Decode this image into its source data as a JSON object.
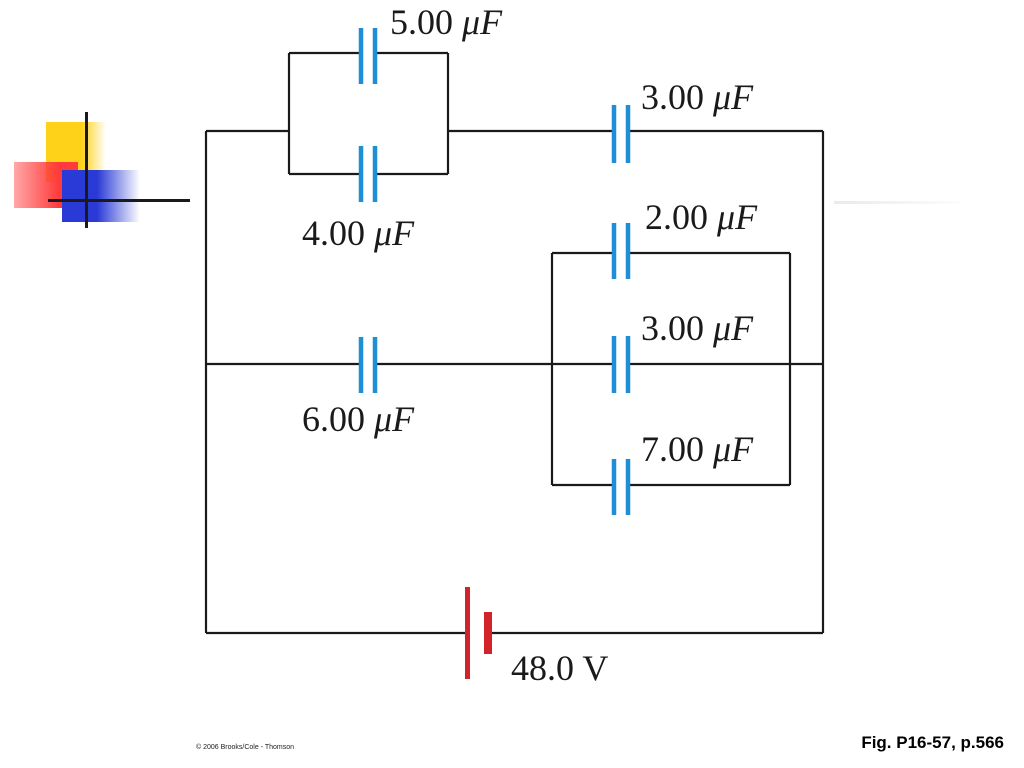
{
  "diagram": {
    "capacitors": {
      "c5": {
        "value": "5.00",
        "unit": "μF"
      },
      "c4": {
        "value": "4.00",
        "unit": "μF"
      },
      "c3_top": {
        "value": "3.00",
        "unit": "μF"
      },
      "c2": {
        "value": "2.00",
        "unit": "μF"
      },
      "c3_mid": {
        "value": "3.00",
        "unit": "μF"
      },
      "c7": {
        "value": "7.00",
        "unit": "μF"
      },
      "c6": {
        "value": "6.00",
        "unit": "μF"
      }
    },
    "battery": {
      "label": "48.0 V"
    },
    "colors": {
      "wire": "#1a1a1a",
      "capacitor": "#1e8fd6",
      "battery": "#d2232a",
      "deco_yellow": "#ffd21a",
      "deco_red": "#ff4040",
      "deco_blue": "#2a3ad6"
    }
  },
  "footer": {
    "copyright": "© 2006 Brooks/Cole - Thomson",
    "figure_caption": "Fig. P16-57, p.566"
  }
}
